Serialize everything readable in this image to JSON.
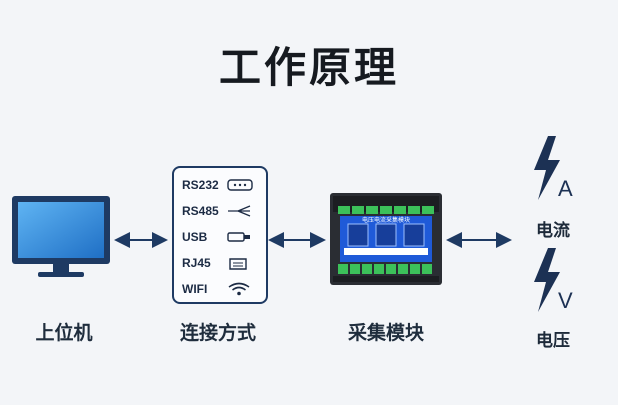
{
  "title": "工作原理",
  "stages": [
    {
      "label": "上位机"
    },
    {
      "label": "连接方式"
    },
    {
      "label": "采集模块"
    },
    {
      "label": ""
    }
  ],
  "connections": [
    {
      "label": "RS232",
      "icon": "serial-port-icon"
    },
    {
      "label": "RS485",
      "icon": "wire-bundle-icon"
    },
    {
      "label": "USB",
      "icon": "usb-plug-icon"
    },
    {
      "label": "RJ45",
      "icon": "ethernet-port-icon"
    },
    {
      "label": "WIFI",
      "icon": "wifi-icon"
    }
  ],
  "module": {
    "panel_text": "电压电流采集模块"
  },
  "measurements": [
    {
      "letter": "A",
      "label": "电流",
      "icon": "lightning-icon"
    },
    {
      "letter": "V",
      "label": "电压",
      "icon": "lightning-icon"
    }
  ],
  "colors": {
    "accent": "#1e3a63",
    "module_blue": "#1f5ad8",
    "screen_blue": "#2f86d8",
    "arrow": "#1e3a63"
  }
}
